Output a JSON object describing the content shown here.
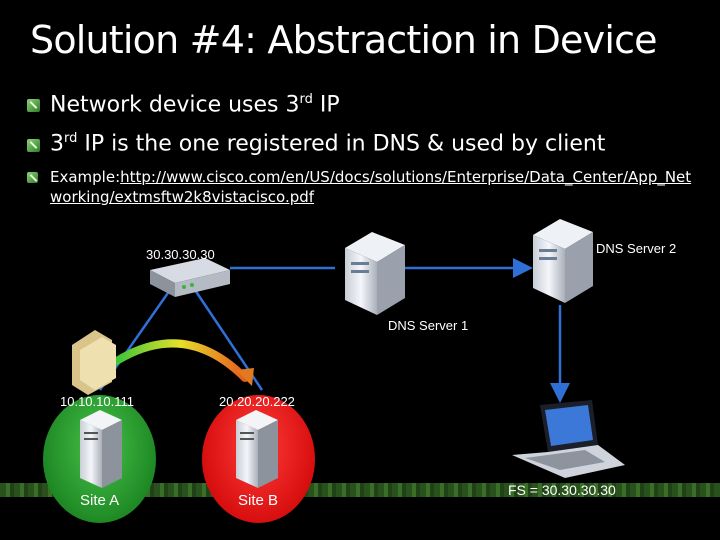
{
  "slide": {
    "title": "Solution #4: Abstraction in Device",
    "bullets": [
      {
        "pre": "Network device uses 3",
        "sup": "rd",
        "post": " IP"
      },
      {
        "pre": "3",
        "sup": "rd",
        "post": " IP is the one registered in DNS & used by client"
      }
    ],
    "example_prefix": "Example:",
    "example_link": "http://www.cisco.com/en/US/docs/solutions/Enterprise/Data_Center/App_Networking/extmsftw2k8vistacisco.pdf"
  },
  "diagram": {
    "device_ip": "30.30.30.30",
    "dns1_label": "DNS Server 1",
    "dns2_label": "DNS Server 2",
    "site_a_ip": "10.10.10.111",
    "site_b_ip": "20.20.20.222",
    "site_a_name": "Site A",
    "site_b_name": "Site B",
    "client_label": "FS = 30.30.30.30"
  }
}
